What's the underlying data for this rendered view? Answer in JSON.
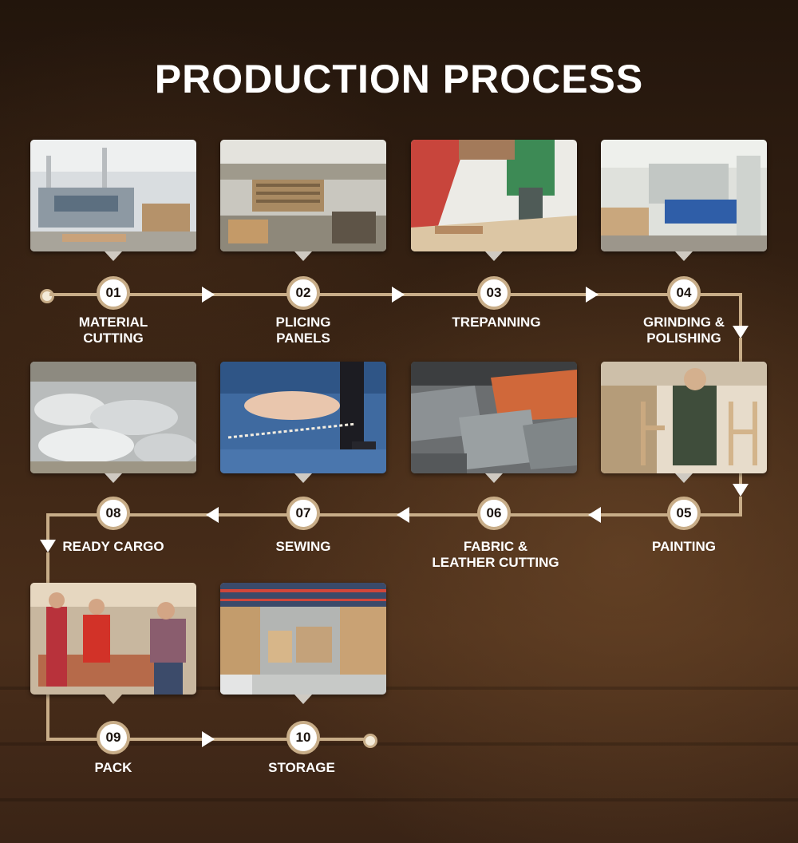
{
  "title": "PRODUCTION PROCESS",
  "colors": {
    "line": "#c8ad88",
    "badge_fill": "#ffffff",
    "text": "#ffffff",
    "background": "#2a1a0f"
  },
  "steps": [
    {
      "number": "01",
      "label": "MATERIAL\nCUTTING",
      "photo": "material-cutting-photo"
    },
    {
      "number": "02",
      "label": "PLICING\nPANELS",
      "photo": "plicing-panels-photo"
    },
    {
      "number": "03",
      "label": "TREPANNING",
      "photo": "trepanning-photo"
    },
    {
      "number": "04",
      "label": "GRINDING &\nPOLISHING",
      "photo": "grinding-polishing-photo"
    },
    {
      "number": "05",
      "label": "PAINTING",
      "photo": "painting-photo"
    },
    {
      "number": "06",
      "label": "FABRIC &\nLEATHER CUTTING",
      "photo": "fabric-leather-cutting-photo"
    },
    {
      "number": "07",
      "label": "SEWING",
      "photo": "sewing-photo"
    },
    {
      "number": "08",
      "label": "READY CARGO",
      "photo": "ready-cargo-photo"
    },
    {
      "number": "09",
      "label": "PACK",
      "photo": "pack-photo"
    },
    {
      "number": "10",
      "label": "STORAGE",
      "photo": "storage-photo"
    }
  ]
}
